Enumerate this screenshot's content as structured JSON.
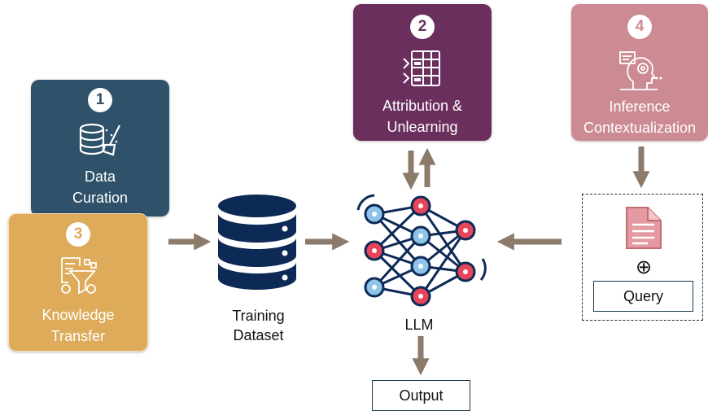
{
  "boxes": {
    "data_curation": {
      "number": "1",
      "line1": "Data",
      "line2": "Curation",
      "color": "#2f5169",
      "icon": "database-broom-icon"
    },
    "knowledge_transfer": {
      "number": "3",
      "line1": "Knowledge",
      "line2": "Transfer",
      "color": "#ddab5a",
      "icon": "funnel-filter-icon"
    },
    "attribution": {
      "number": "2",
      "line1": "Attribution &",
      "line2": "Unlearning",
      "color": "#6b2f5e",
      "icon": "data-table-icon"
    },
    "inference": {
      "number": "4",
      "line1": "Inference",
      "line2": "Contextualization",
      "color": "#cc8a93",
      "icon": "head-gear-icon"
    }
  },
  "training_dataset": {
    "line1": "Training",
    "line2": "Dataset",
    "icon": "database-icon"
  },
  "llm": {
    "label": "LLM",
    "icon": "neural-network-icon"
  },
  "output": {
    "label": "Output"
  },
  "query_group": {
    "plus_symbol": "⊕",
    "query_label": "Query",
    "icon": "document-icon"
  },
  "colors": {
    "arrow": "#8c7a6b",
    "db": "#0d2a57",
    "node_blue": "#8fc4ea",
    "node_red": "#e8445a"
  }
}
